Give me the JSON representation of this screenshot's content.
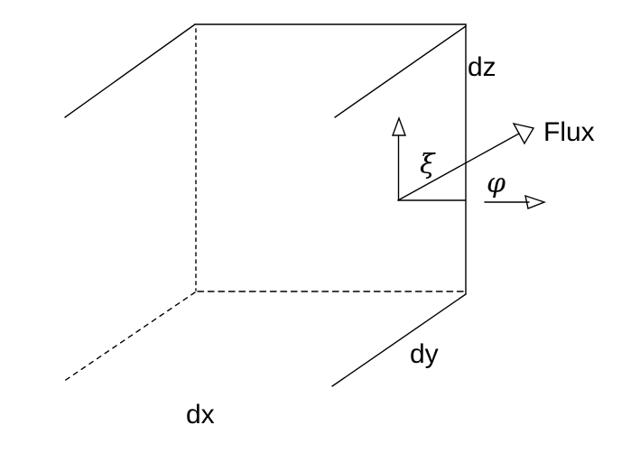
{
  "diagram": {
    "description": "Differential volume element with flux vector",
    "background_color": "#ffffff",
    "stroke_color": "#000000",
    "labels": {
      "dz": "dz",
      "dy": "dy",
      "dx": "dx",
      "flux": "Flux",
      "xi": "ξ",
      "phi": "φ"
    }
  }
}
